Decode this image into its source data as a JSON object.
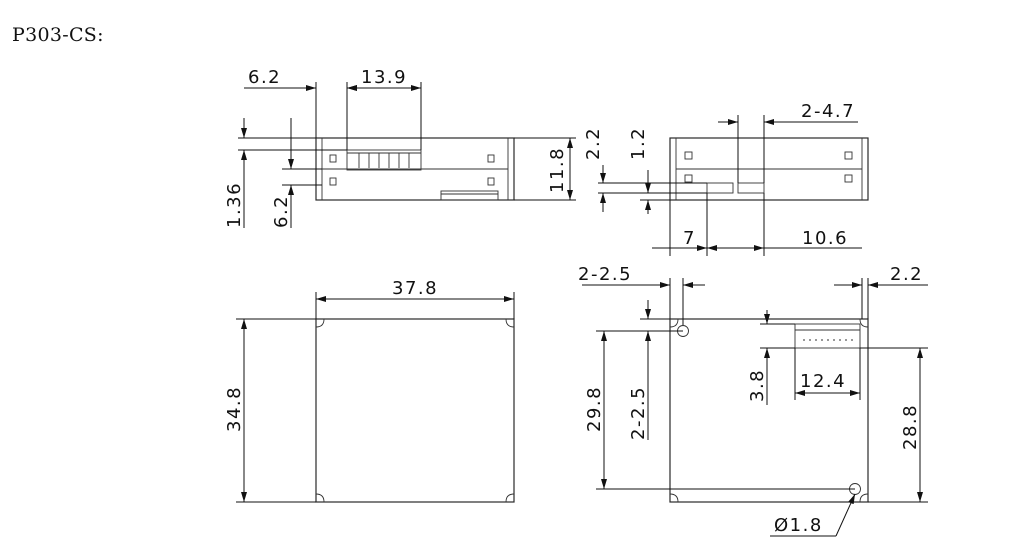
{
  "title": "P303-CS:",
  "dimensions": {
    "front_width_a": "6.2",
    "front_width_b": "13.9",
    "front_height_left": "1.36",
    "front_height_mid": "6.2",
    "front_total_height": "11.8",
    "side_top_a": "2.2",
    "side_top_b": "1.2",
    "side_slot_spacing": "2-4.7",
    "side_offset": "7",
    "side_offset_b": "10.6",
    "top_width": "37.8",
    "top_height": "34.8",
    "bottom_hole_offset": "2-2.5",
    "bottom_right_offset": "2.2",
    "bottom_height_left": "29.8",
    "bottom_hole_vertical": "2-2.5",
    "connector_height": "3.8",
    "connector_width": "12.4",
    "bottom_height_right": "28.8",
    "hole_diameter": "Ø1.8"
  }
}
